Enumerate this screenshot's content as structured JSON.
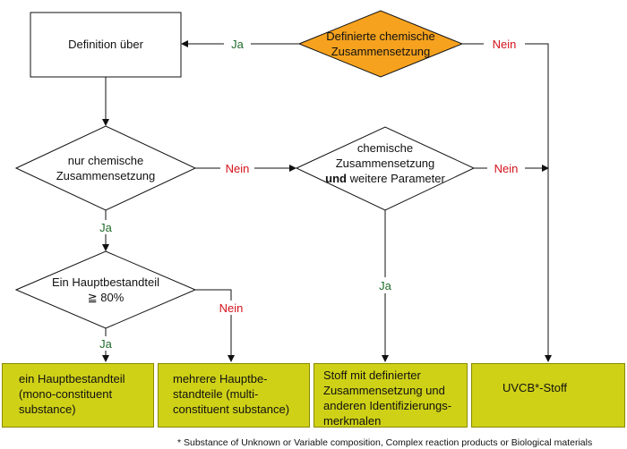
{
  "colors": {
    "decision_highlight": "#f6a21e",
    "result_fill": "#cfd117",
    "yes_label": "#1f6b2a",
    "no_label": "#d4121a"
  },
  "nodes": {
    "definition_box": "Definition über",
    "q_defined_composition": [
      "Definierte chemische",
      "Zusammensetzung"
    ],
    "q_only_chemical": [
      "nur chemische",
      "Zusammensetzung"
    ],
    "q_chemical_and_params": [
      "chemische",
      "Zusammensetzung",
      "und",
      "weitere Parameter"
    ],
    "q_main_constituent": [
      "Ein Hauptbestandteil",
      "≧ 80%"
    ]
  },
  "results": {
    "mono": [
      "ein Hauptbestandteil",
      "(mono-constituent",
      "substance)"
    ],
    "multi": [
      "mehrere Hauptbe-",
      "standteile (multi-",
      "constituent substance)"
    ],
    "defined": [
      "Stoff mit definierter",
      "Zusammensetzung und",
      "anderen Identifizierungs-",
      "merkmalen"
    ],
    "uvcb": "UVCB*-Stoff"
  },
  "edge_labels": {
    "yes": "Ja",
    "no": "Nein"
  },
  "footnote": "* Substance of Unknown or Variable composition, Complex reaction products or Biological materials"
}
